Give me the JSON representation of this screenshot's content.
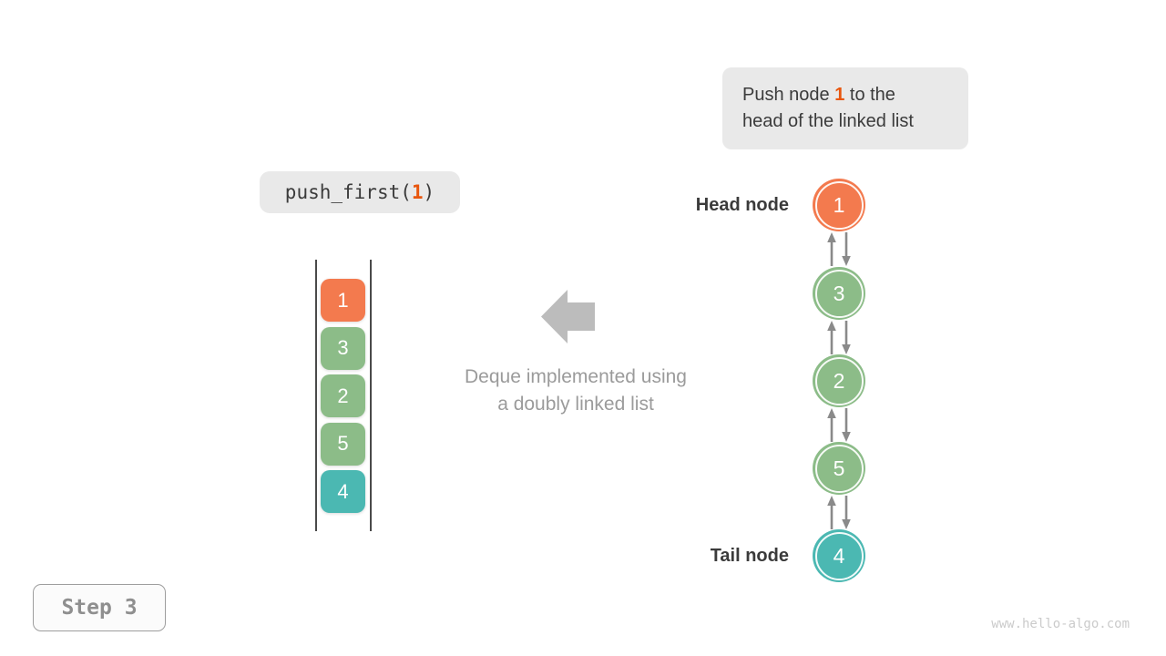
{
  "colors": {
    "orange": "#F37A4E",
    "green": "#8CBC88",
    "teal": "#4BB8B2",
    "accent": "#E8560E",
    "dark_text": "#3B3B3B",
    "arrow_gray": "#8A8A8A",
    "block_arrow_gray": "#BCBCBC",
    "panel_gray": "#E9E9E9"
  },
  "callout": {
    "prefix": "Push node ",
    "highlight": "1",
    "suffix": " to the head of the linked list"
  },
  "code_label": {
    "prefix": "push_first(",
    "arg": "1",
    "suffix": ")"
  },
  "deque_column": {
    "cells": [
      {
        "value": "1",
        "color": "orange"
      },
      {
        "value": "3",
        "color": "green"
      },
      {
        "value": "2",
        "color": "green"
      },
      {
        "value": "5",
        "color": "green"
      },
      {
        "value": "4",
        "color": "teal"
      }
    ]
  },
  "caption": {
    "line1": "Deque implemented using",
    "line2": "a doubly linked list"
  },
  "linked_list": {
    "head_label": "Head node",
    "tail_label": "Tail node",
    "nodes": [
      {
        "value": "1",
        "color": "orange"
      },
      {
        "value": "3",
        "color": "green"
      },
      {
        "value": "2",
        "color": "green"
      },
      {
        "value": "5",
        "color": "green"
      },
      {
        "value": "4",
        "color": "teal"
      }
    ]
  },
  "step_badge": {
    "label": "Step 3"
  },
  "watermark": "www.hello-algo.com"
}
